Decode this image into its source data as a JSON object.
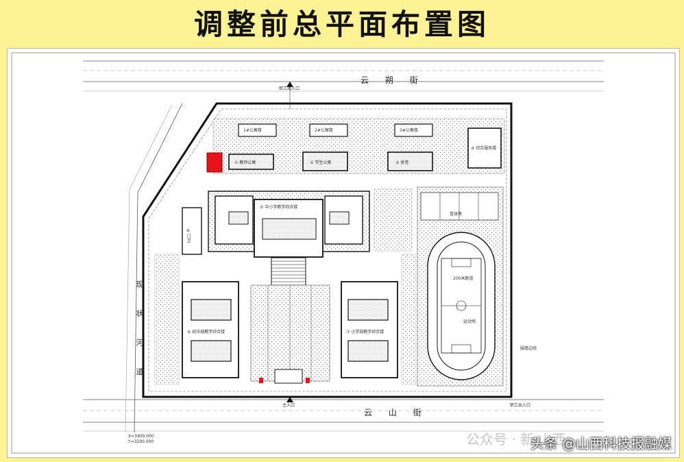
{
  "title": "调整前总平面布置图",
  "streets": {
    "north": "云 朔 街",
    "south": "云 山 街",
    "river": "现 状 河 道"
  },
  "gates": {
    "north": "职工出入口",
    "south": "主入口",
    "southeast": "职工出入口"
  },
  "buildings": {
    "dorm_a": "① 教师公寓",
    "dorm_b": "② 学生公寓",
    "dorm_c": "③ 食堂",
    "outbuilding_a": "1#公寓楼",
    "outbuilding_b": "2#公寓楼",
    "outbuilding_c": "3#公寓楼",
    "service": "④ 综合服务楼",
    "main": "⑤ 中小学教学综合楼",
    "teach_w": "⑥ 初中部教学综合楼",
    "teach_e": "⑦ 小学部教学综合楼",
    "west_small": "⑧ 门卫",
    "courts": "篮球场",
    "field": "运动场",
    "track_label": "200米跑道",
    "east_note": "围墙边线"
  },
  "coords": {
    "c1": "X=3400.000",
    "c2": "Y=3200.000"
  },
  "watermark": {
    "ghost": "公众号 · 新 山西",
    "text": "头条 @山西科技报融媒"
  },
  "colors": {
    "background": "#fdf294",
    "highlight": "#e8111a",
    "line": "#111111"
  }
}
